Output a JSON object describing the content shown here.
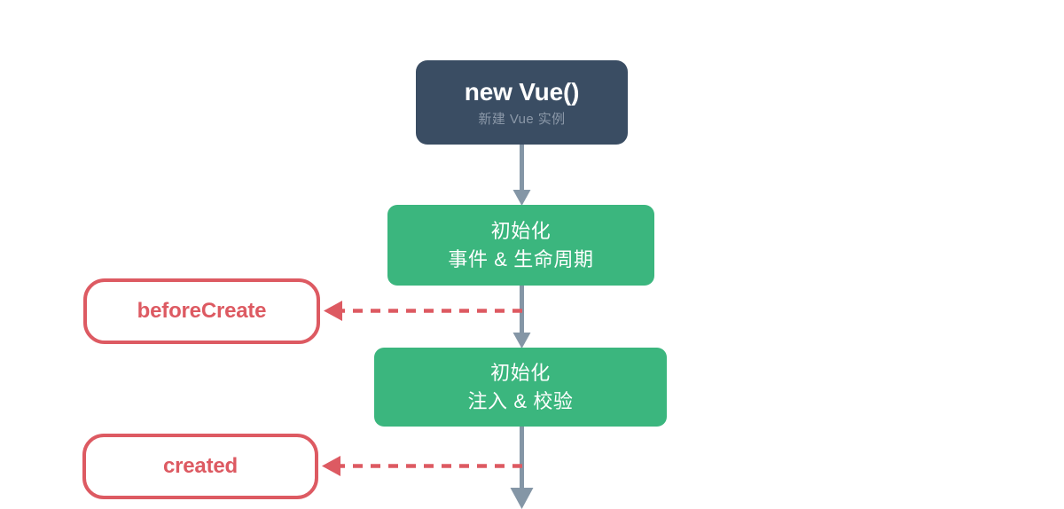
{
  "diagram": {
    "name": "vue-lifecycle-diagram",
    "background": "#ffffff",
    "colors": {
      "root_fill": "#3a4d63",
      "root_text": "#ffffff",
      "root_subtext": "#8b98a8",
      "process_fill": "#3bb67e",
      "process_text": "#ffffff",
      "hook_border": "#dd5a62",
      "hook_text": "#dd5a62",
      "hook_fill": "#ffffff",
      "arrow_solid": "#8496a6",
      "arrow_dashed": "#dd5a62"
    },
    "nodes": {
      "root": {
        "title": "new Vue()",
        "subtitle": "新建 Vue 实例"
      },
      "init_events": {
        "line1": "初始化",
        "line2": "事件 & 生命周期"
      },
      "init_injections": {
        "line1": "初始化",
        "line2": "注入 & 校验"
      },
      "before_create": {
        "label": "beforeCreate"
      },
      "created": {
        "label": "created"
      }
    },
    "connectors": [
      {
        "name": "root-to-init-events",
        "style": "solid",
        "direction": "down"
      },
      {
        "name": "init-events-to-before-create",
        "style": "dashed",
        "direction": "left"
      },
      {
        "name": "init-events-to-init-injections",
        "style": "solid",
        "direction": "down"
      },
      {
        "name": "init-injections-to-created",
        "style": "dashed",
        "direction": "left"
      },
      {
        "name": "init-injections-to-next",
        "style": "solid",
        "direction": "down"
      }
    ]
  }
}
